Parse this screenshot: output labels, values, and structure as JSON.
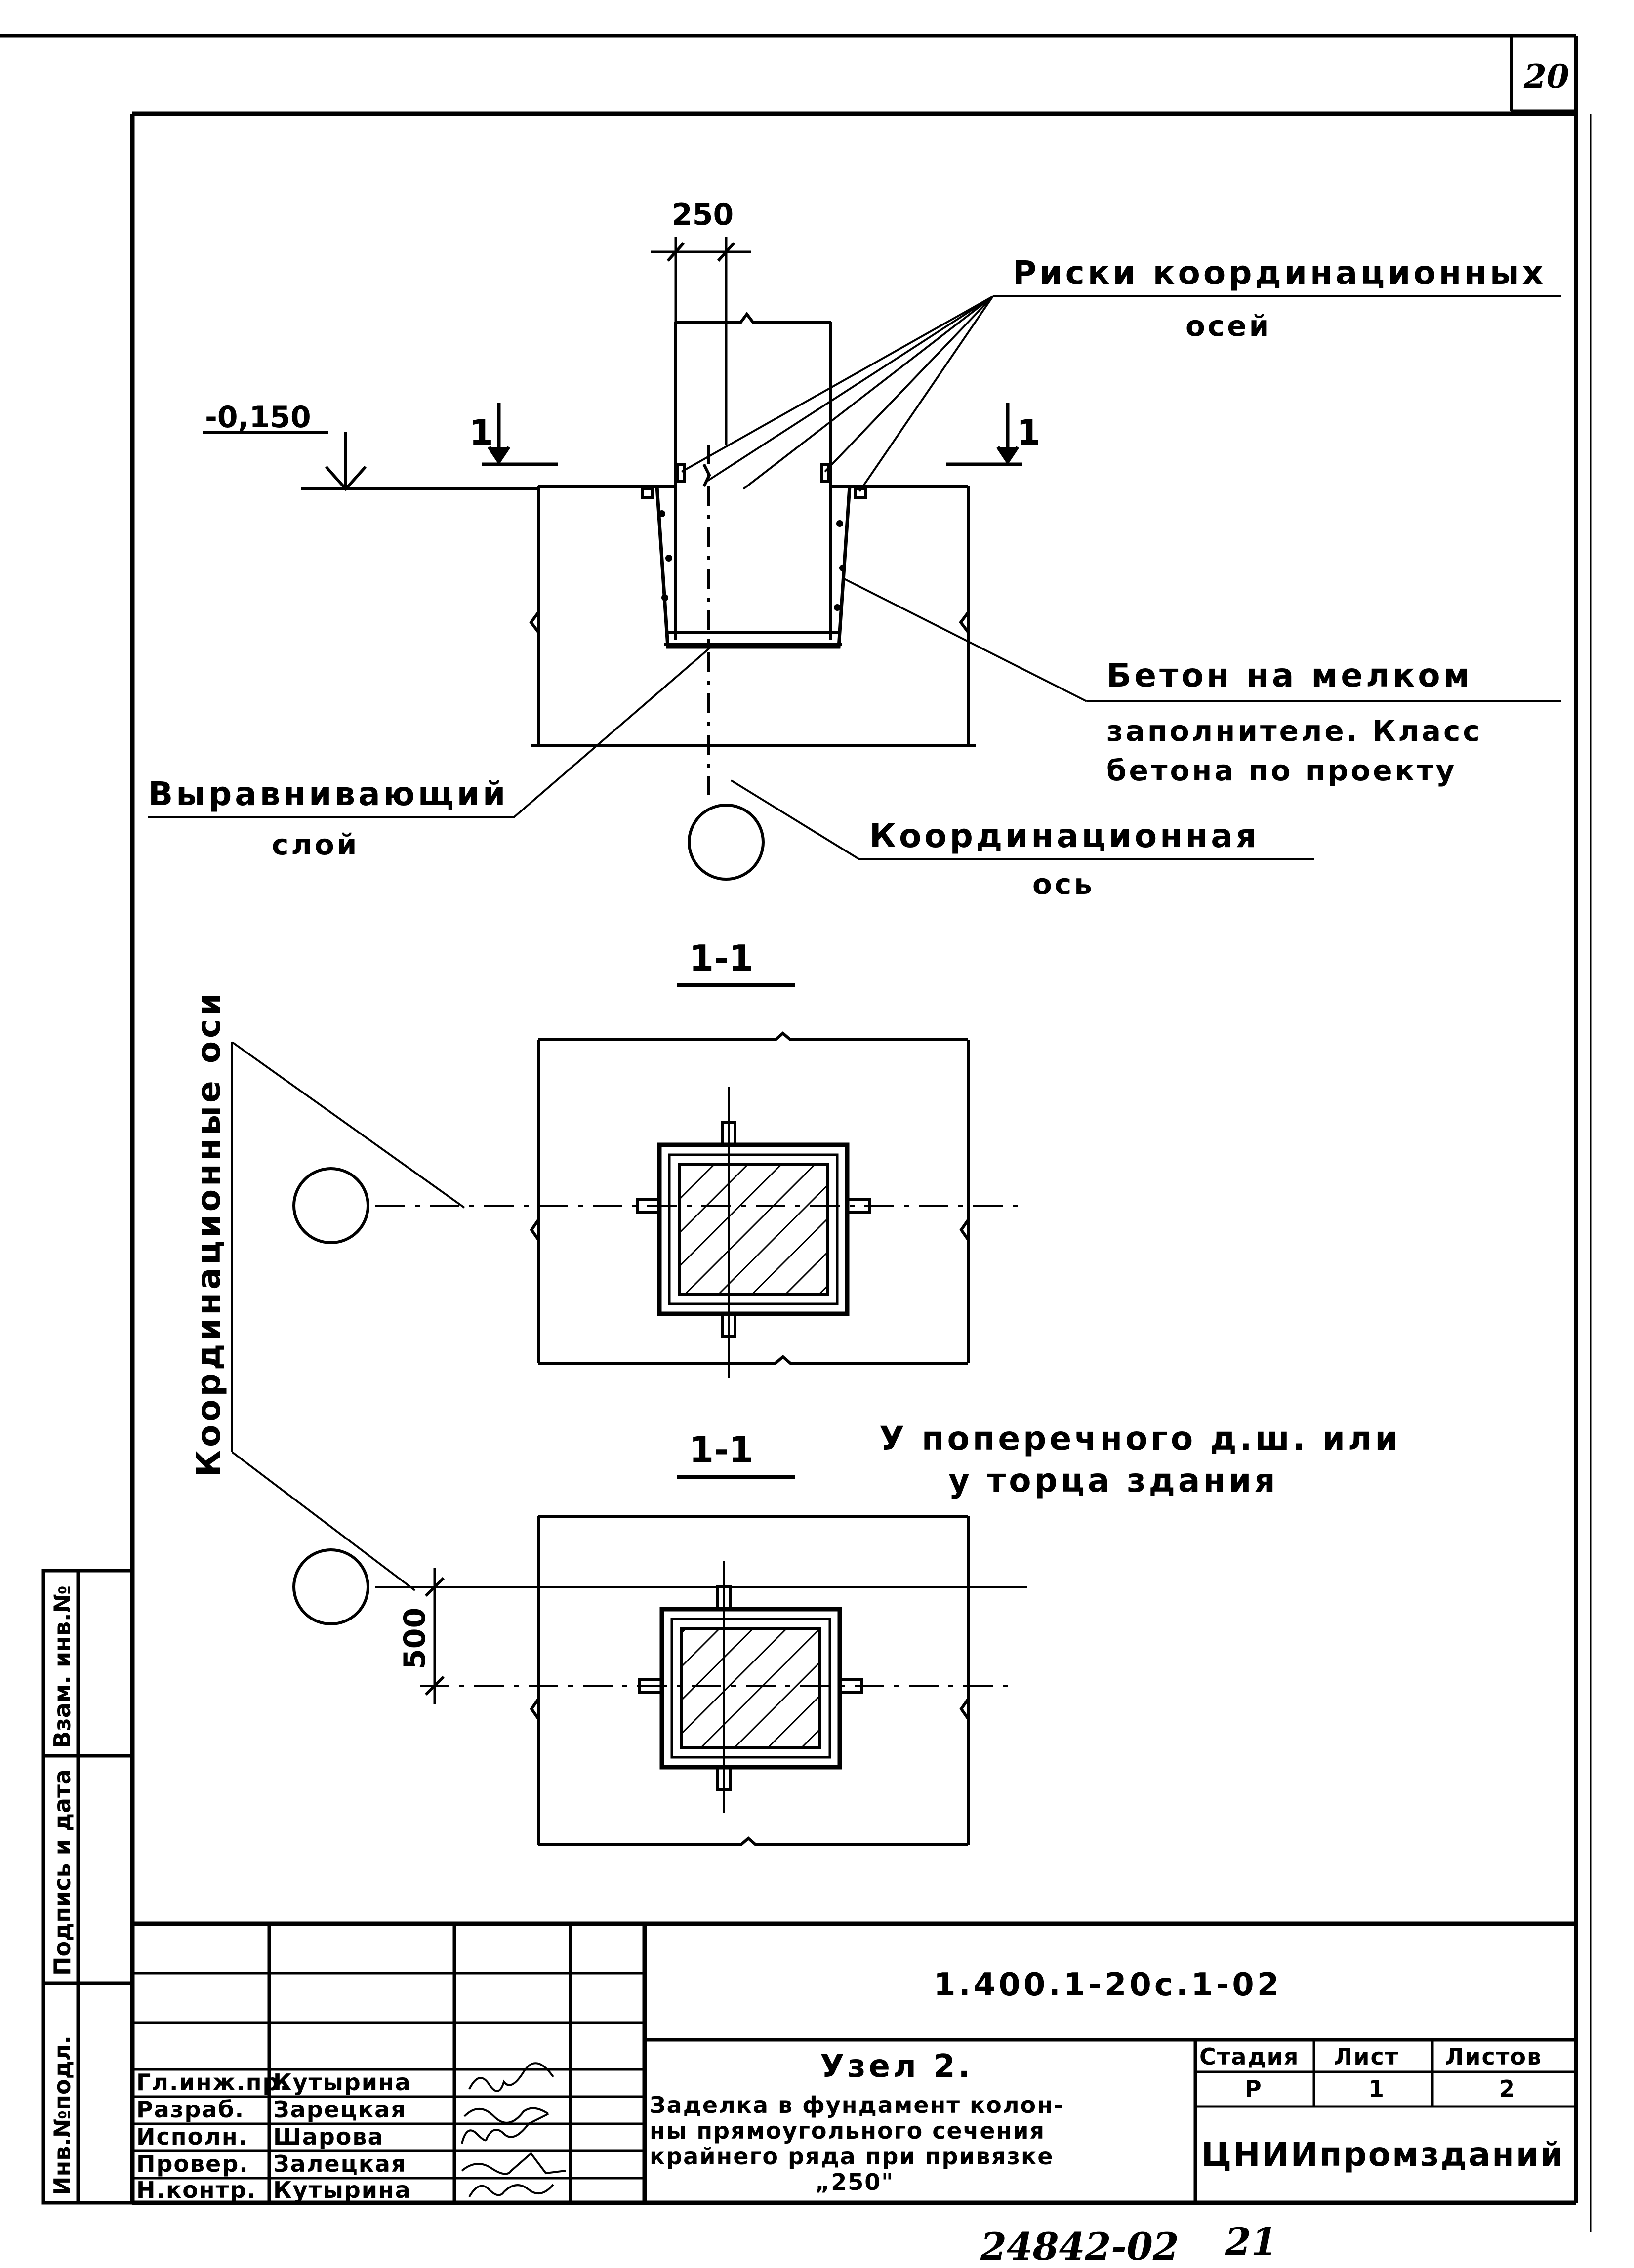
{
  "sheet": {
    "page_number": "20",
    "footer_number": "24842-02",
    "footer_sheet": "21"
  },
  "drawing": {
    "dimension_top": "250",
    "level_mark": "-0,150",
    "section_marker": "1",
    "label_risks_line1": "Риски координационных",
    "label_risks_line2": "осей",
    "label_concrete_line1": "Бетон на мелком",
    "label_concrete_line2": "заполнителе. Класс",
    "label_concrete_line3": "бетона по проекту",
    "label_leveling_line1": "Выравнивающий",
    "label_leveling_line2": "слой",
    "label_axis_line1": "Координационная",
    "label_axis_line2": "ось",
    "section_title_1": "1-1",
    "section_title_2": "1-1",
    "label_axes_vertical": "Координационные оси",
    "label_transverse_line1": "У поперечного д.ш. или",
    "label_transverse_line2": "у торца здания",
    "dimension_500": "500"
  },
  "side_stamp": {
    "inv_orig": "Инв.№подл.",
    "sign_date": "Подпись и дата",
    "vzam_inv": "Взам. инв.№"
  },
  "title_block": {
    "doc_code": "1.400.1-20с.1-02",
    "node_title": "Узел 2.",
    "description_line1": "Заделка в фундамент колон-",
    "description_line2": "ны прямоугольного сечения",
    "description_line3": "крайнего ряда при привязке",
    "description_line4": "„250\"",
    "stage_header": "Стадия",
    "sheet_header": "Лист",
    "sheets_header": "Листов",
    "stage_value": "Р",
    "sheet_value": "1",
    "sheets_value": "2",
    "organization": "ЦНИИпромзданий",
    "roles": [
      {
        "role": "Гл.инж.пр.",
        "name": "Кутырина"
      },
      {
        "role": "Разраб.",
        "name": "Зарецкая"
      },
      {
        "role": "Исполн.",
        "name": "Шарова"
      },
      {
        "role": "Провер.",
        "name": "Залецкая"
      },
      {
        "role": "Н.контр.",
        "name": "Кутырина"
      }
    ]
  }
}
